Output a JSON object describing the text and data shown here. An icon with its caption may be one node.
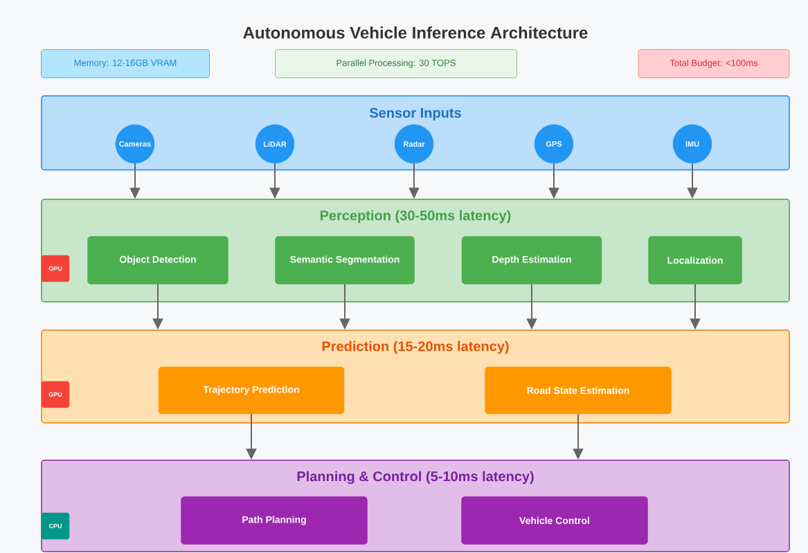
{
  "diagram": {
    "title": "Autonomous Vehicle Inference Architecture",
    "nodes": [
      {
        "text": [
          "Memory: 12-16GB VRAM"
        ]
      },
      {
        "text": [
          "Parallel Processing: 30 TOPS"
        ]
      },
      {
        "text": [
          "Total Budget: <100ms"
        ]
      },
      {
        "text": [
          "Sensor Inputs"
        ]
      },
      {
        "text": [
          "Cameras"
        ],
        "in": 3
      },
      {
        "text": [
          "LiDAR"
        ],
        "in": 3
      },
      {
        "text": [
          "Radar"
        ],
        "in": 3
      },
      {
        "text": [
          "GPS"
        ],
        "in": 3
      },
      {
        "text": [
          "IMU"
        ],
        "in": 3
      },
      {
        "text": [
          "Perception (30-50ms latency)"
        ]
      },
      {
        "text": [
          "GPU"
        ],
        "in": 9
      },
      {
        "text": [
          "Object Detection"
        ],
        "in": 9
      },
      {
        "text": [
          "Semantic Segmentation"
        ],
        "in": 9
      },
      {
        "text": [
          "Depth Estimation"
        ],
        "in": 9
      },
      {
        "text": [
          "Localization"
        ],
        "in": 9
      },
      {
        "text": [
          "Prediction (15-20ms latency)"
        ]
      },
      {
        "text": [
          "GPU"
        ],
        "in": 15
      },
      {
        "text": [
          "Trajectory Prediction"
        ],
        "in": 15
      },
      {
        "text": [
          "Road State Estimation"
        ],
        "in": 15
      },
      {
        "text": [
          "Planning & Control (5-10ms latency)"
        ]
      },
      {
        "text": [
          "CPU"
        ],
        "in": 19
      },
      {
        "text": [
          "Path Planning"
        ],
        "in": 19
      },
      {
        "text": [
          "Vehicle Control"
        ],
        "in": 19
      }
    ],
    "edges": [
      {
        "from": 4,
        "to": 9,
        "arrow": "to"
      },
      {
        "from": 5,
        "to": 9,
        "arrow": "to"
      },
      {
        "from": 6,
        "to": 9,
        "arrow": "to"
      },
      {
        "from": 7,
        "to": 9,
        "arrow": "to"
      },
      {
        "from": 8,
        "to": 9,
        "arrow": "to"
      },
      {
        "from": 11,
        "to": 15,
        "arrow": "to"
      },
      {
        "from": 12,
        "to": 15,
        "arrow": "to"
      },
      {
        "from": 13,
        "to": 15,
        "arrow": "to"
      },
      {
        "from": 14,
        "to": 15,
        "arrow": "to"
      },
      {
        "from": 17,
        "to": 19,
        "arrow": "to"
      },
      {
        "from": 18,
        "to": 19,
        "arrow": "to"
      }
    ]
  }
}
